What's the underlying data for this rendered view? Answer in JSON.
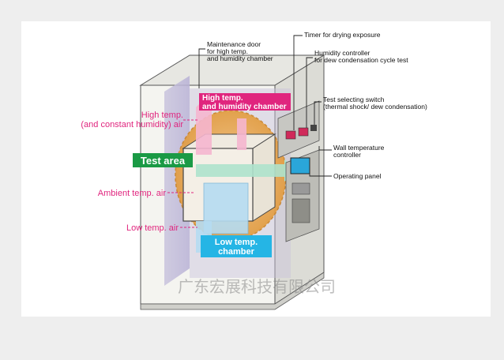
{
  "callouts": {
    "maintenance_door": [
      "Maintenance door",
      "for high temp.",
      "and humidity chamber"
    ],
    "timer": "Timer for drying exposure",
    "humidity_controller": [
      "Humidity controller",
      "for dew condensation cycle test"
    ],
    "test_switch": [
      "Test selecting switch",
      "(thermal shock/ dew condensation)"
    ],
    "wall_temp": [
      "Wall temperature",
      "controller"
    ],
    "operating_panel": "Operating panel"
  },
  "labels": {
    "high_chamber": [
      "High temp.",
      "and humidity chamber"
    ],
    "high_air": [
      "High temp.",
      "(and constant humidity) air"
    ],
    "test_area": "Test area",
    "ambient_air": "Ambient temp. air",
    "low_air": "Low temp. air",
    "low_chamber": [
      "Low temp.",
      "chamber"
    ]
  },
  "watermark": "广东宏展科技有限公司",
  "colors": {
    "magenta": "#e0257e",
    "green": "#1a9a45",
    "cyan": "#25b5e5",
    "heat_orange": "#e39b3c",
    "body": "#f2f2ef"
  }
}
